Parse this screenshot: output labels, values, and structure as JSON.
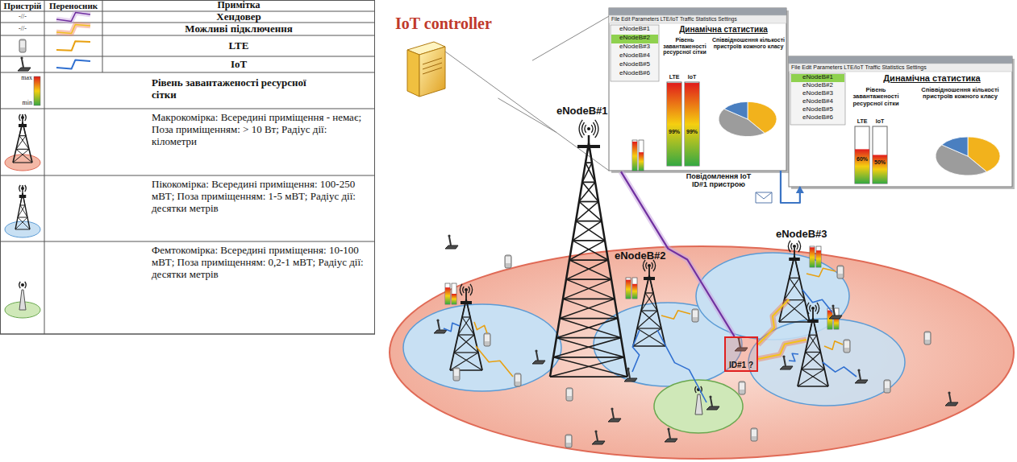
{
  "diagram": {
    "nodes": [
      {
        "text": [
          "IoT controller"
        ]
      },
      {
        "text": [
          "File Edit Parameters LTE/IoT Traffic Statistics Settings",
          "eNodeB#1",
          "eNodeB#2",
          "eNodeB#3",
          "eNodeB#4",
          "eNodeB#5",
          "eNodeB#6",
          "Динамічна статистика",
          "Рівень завантаженості ресурсної сітки",
          "Співвідношення кількості пристроїв кожного класу",
          "LTE",
          "IoT",
          "99%",
          "99%"
        ]
      },
      {
        "text": [
          "File Edit Parameters LTE/IoT Traffic Statistics Settings",
          "eNodeB#1",
          "eNodeB#2",
          "eNodeB#3",
          "eNodeB#4",
          "eNodeB#5",
          "eNodeB#6",
          "Динамічна статистика",
          "Рівень завантаженості ресурсної сітки",
          "Співвідношення кількості пристроїв кожного класу",
          "LTE",
          "IoT",
          "60%",
          "50%"
        ]
      },
      {
        "text": [
          "eNodeB#1"
        ]
      },
      {
        "text": [
          "eNodeB#2"
        ]
      },
      {
        "text": [
          "eNodeB#3"
        ]
      },
      {
        "text": [
          "ID#1 ?"
        ]
      }
    ],
    "edges": [
      {
        "from": 0,
        "to": 1,
        "arrow": "none"
      },
      {
        "from": 0,
        "to": 3,
        "arrow": "none"
      },
      {
        "from": 1,
        "to": 2,
        "arrow": "to"
      },
      {
        "from": 3,
        "to": 6,
        "arrow": "none"
      }
    ],
    "labels": [
      "Пристрій",
      "Переносник",
      "Примітка",
      "-//-",
      "-//-",
      "max",
      "min",
      "Повідомлення IoT ID#1 пристрою"
    ],
    "legend": [
      {
        "text": "Хендовер"
      },
      {
        "text": "Можливі підключення"
      },
      {
        "text": "LTE"
      },
      {
        "text": "IoT"
      },
      {
        "text": "Рівень завантаженості ресурсної сітки"
      },
      {
        "text": "Макрокомірка: Всередині приміщення - немає; Поза приміщенням: > 10 Вт; Радіус дії: кілометри"
      },
      {
        "text": "Пікокомірка: Всередині приміщення: 100-250 мВТ; Поза приміщенням: 1-5 мВТ; Радіус дії: десятки метрів"
      },
      {
        "text": "Фемтокомірка: Всередині приміщення: 10-100 мВТ; Поза приміщенням: 0,2-1 мВТ; Радіус дії: десятки метрів"
      }
    ]
  }
}
